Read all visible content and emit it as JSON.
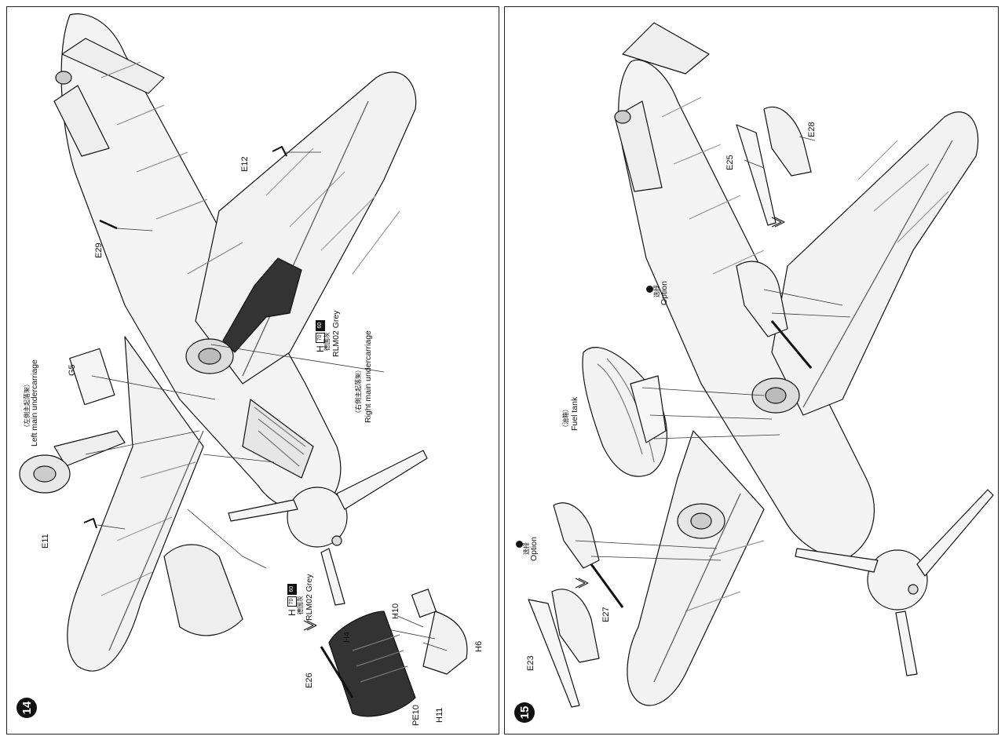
{
  "steps": {
    "step14": {
      "number": "14",
      "part_labels": {
        "E12": "E12",
        "E29": "E29",
        "G5": "G5",
        "E11": "E11",
        "E26": "E26",
        "H4": "H4",
        "H10": "H10",
        "H6": "H6",
        "PE10": "PE10",
        "H11": "H11"
      },
      "left_undercarriage": {
        "cn": "（左側主起落架）",
        "en": "Left main undercarriage"
      },
      "right_undercarriage": {
        "cn": "（右側主起落架）",
        "en": "Right main undercarriage"
      },
      "paint_callouts": [
        {
          "letter": "H",
          "code1": "70",
          "code2": "60",
          "cn": "德国灰",
          "en": "RLM02 Grey"
        },
        {
          "letter": "H",
          "code1": "70",
          "code2": "60",
          "cn": "德国灰",
          "en": "RLM02 Grey"
        }
      ]
    },
    "step15": {
      "number": "15",
      "part_labels": {
        "E28": "E28",
        "E25": "E25",
        "E27": "E27",
        "E23": "E23"
      },
      "option_upper": {
        "cn": "选择",
        "en": "Option"
      },
      "option_lower": {
        "cn": "选择",
        "en": "Option"
      },
      "fuel_tank": {
        "cn": "（油箱）",
        "en": "Fuel tank"
      }
    }
  }
}
